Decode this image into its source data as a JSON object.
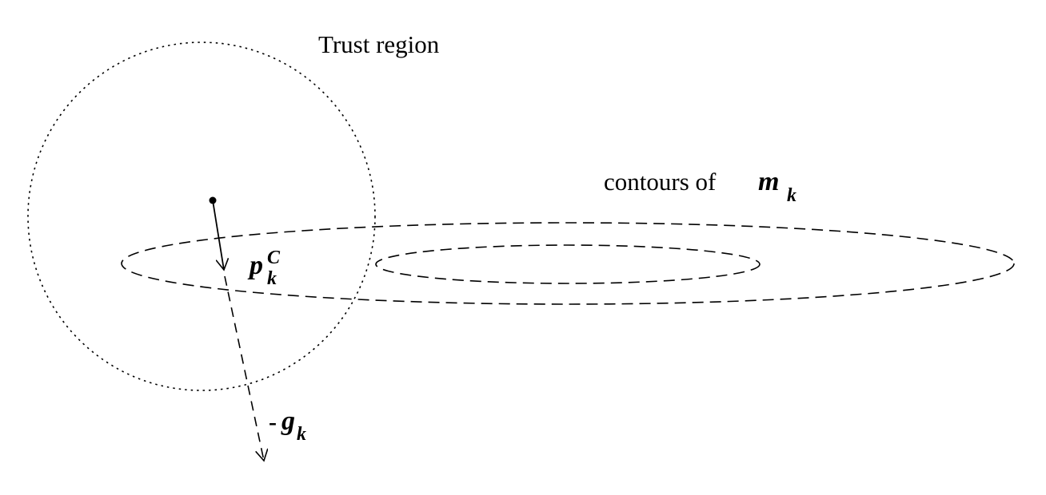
{
  "labels": {
    "trust_region": "Trust region",
    "contours_text": "contours of",
    "model_symbol": "m",
    "model_subscript": "k",
    "cauchy_symbol": "p",
    "cauchy_subscript": "k",
    "cauchy_superscript": "C",
    "gradient_minus": "-",
    "gradient_symbol": "g",
    "gradient_subscript": "k"
  },
  "style": {
    "stroke": "#000000",
    "background": "#ffffff"
  }
}
